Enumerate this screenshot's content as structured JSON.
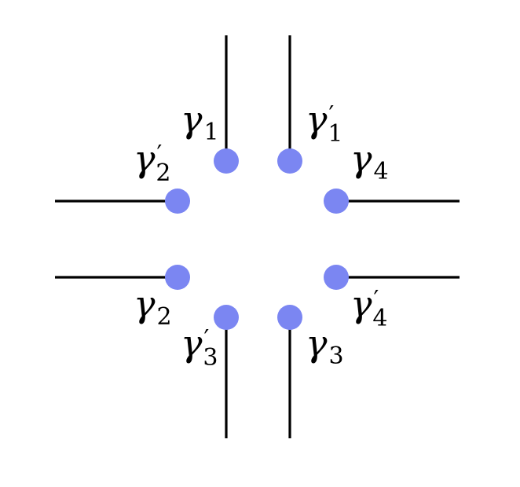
{
  "diagram": {
    "dot_color": "#7b86f2",
    "line_color": "#000000",
    "background": "#ffffff",
    "labels": {
      "gamma1": {
        "symbol": "γ",
        "sub": "1",
        "prime": ""
      },
      "gamma1p": {
        "symbol": "γ",
        "sub": "1",
        "prime": "′"
      },
      "gamma2p": {
        "symbol": "γ",
        "sub": "2",
        "prime": "′"
      },
      "gamma4": {
        "symbol": "γ",
        "sub": "4",
        "prime": ""
      },
      "gamma2": {
        "symbol": "γ",
        "sub": "2",
        "prime": ""
      },
      "gamma4p": {
        "symbol": "γ",
        "sub": "4",
        "prime": "′"
      },
      "gamma3p": {
        "symbol": "γ",
        "sub": "3",
        "prime": "′"
      },
      "gamma3": {
        "symbol": "γ",
        "sub": "3",
        "prime": ""
      }
    }
  }
}
